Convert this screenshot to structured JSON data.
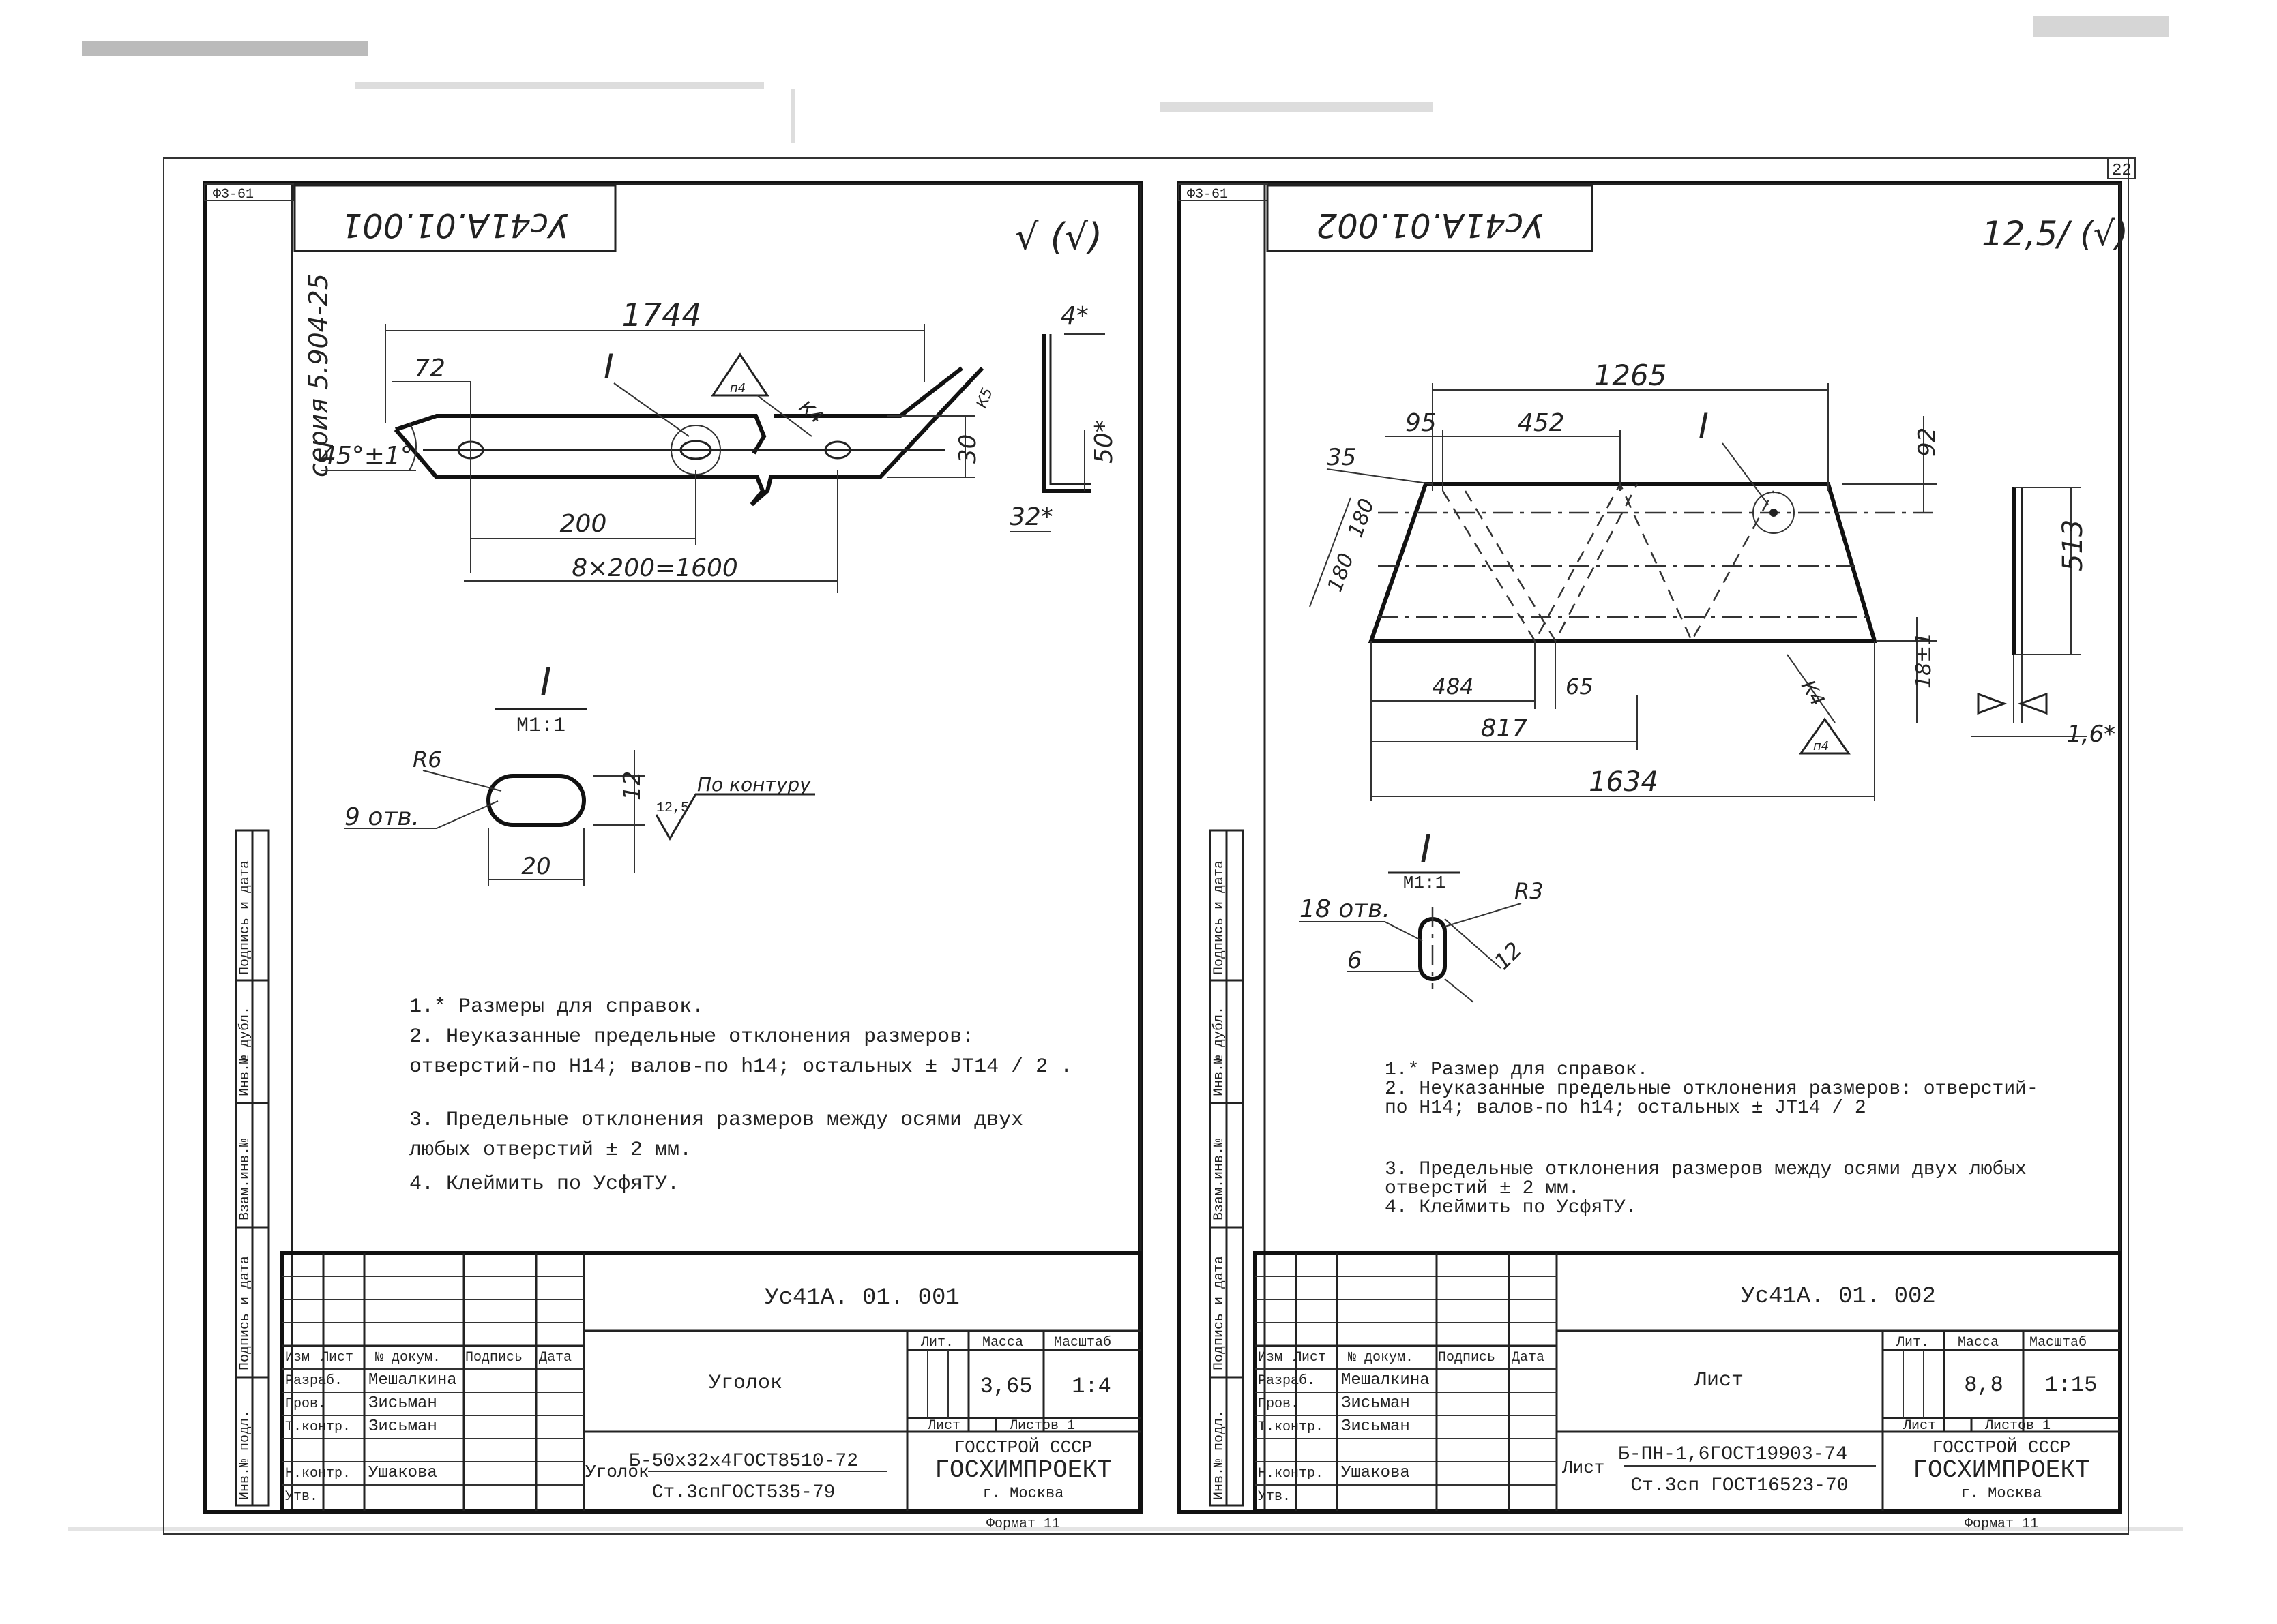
{
  "common": {
    "serie": "серия 5.904-25",
    "format": "Формат 11",
    "org1": "ГОССТРОЙ СССР",
    "org2": "ГОСХИМПРОЕКТ",
    "city": "г. Москва",
    "side_labels": [
      "Подпись и дата",
      "Инв.№ дубл.",
      "Взам.инв.№",
      "Подпись и дата",
      "Инв.№ подл."
    ],
    "hdr": {
      "izm": "Изм",
      "list": "Лист",
      "ndoc": "№ докум.",
      "podp": "Подпись",
      "data": "Дата",
      "lit": "Лит.",
      "massa": "Масса",
      "masshtab": "Масштаб",
      "sheet": "Лист",
      "sheets": "Листов 1"
    },
    "roles": [
      "Разраб.",
      "Пров.",
      "Т.контр.",
      "",
      "Н.контр.",
      "Утв."
    ]
  },
  "left": {
    "corner": "Ф3-61",
    "stamp": "Ус41А.01.001",
    "rough": "√ (√)",
    "code": "Ус41А. 01. 001",
    "name": "Уголок",
    "mass": "3,65",
    "scale": "1:4",
    "material_prefix": "Уголок",
    "material1": "Б-50х32х4ГОСТ8510-72",
    "material2": "Ст.3спГОСТ535-79",
    "people": [
      "Мешалкина",
      "Зисьман",
      "Зисьман",
      "",
      "Ушакова",
      ""
    ],
    "dims": {
      "d1744": "1744",
      "d72": "72",
      "dI": "I",
      "angle": "45°±1°",
      "d200": "200",
      "d1600": "8×200=1600",
      "d30": "30",
      "d4": "4*",
      "d50": "50*",
      "d32": "32*",
      "weld": "п4",
      "k": "К4",
      "kk": "К5"
    },
    "detail": {
      "title": "I",
      "scale": "М1:1",
      "r": "R6",
      "holes": "9 отв.",
      "w": "20",
      "h": "12",
      "rough": "12,5",
      "contour": "По контуру"
    },
    "notes": [
      "1.* Размеры для справок.",
      "2. Неуказанные предельные отклонения размеров:",
      "   отверстий-по H14; валов-по h14; остальных  ± JT14 / 2 .",
      "3. Предельные отклонения размеров между осями двух",
      "   любых отверстий ± 2  мм.",
      "4. Клеймить по УсфяТУ."
    ]
  },
  "right": {
    "corner": "Ф3-61",
    "pagenum": "22",
    "stamp": "Ус41А.01.002",
    "rough": "12,5/ (√)",
    "code": "Ус41А. 01. 002",
    "name": "Лист",
    "mass": "8,8",
    "scale": "1:15",
    "material_prefix": "Лист",
    "material1": "Б-ПН-1,6ГОСТ19903-74",
    "material2": "Ст.3сп ГОСТ16523-70",
    "people": [
      "Мешалкина",
      "Зисьман",
      "Зисьман",
      "",
      "Ушакова",
      ""
    ],
    "dims": {
      "d1265": "1265",
      "d95": "95",
      "d452": "452",
      "dI": "I",
      "d35": "35",
      "d92": "92",
      "d180a": "180",
      "d180b": "180",
      "d513": "513",
      "d484": "484",
      "d65": "65",
      "d817": "817",
      "d18": "18±1",
      "d1634": "1634",
      "d16": "1,6*",
      "weld": "п4",
      "k": "К4"
    },
    "detail": {
      "title": "I",
      "scale": "М1:1",
      "r": "R3",
      "holes": "18 отв.",
      "w": "6",
      "h": "12"
    },
    "notes": [
      "1.* Размер для справок.",
      "2. Неуказанные предельные отклонения размеров: отверстий-",
      "   по H14; валов-по h14; остальных ± JT14 / 2",
      "3. Предельные отклонения размеров между осями двух любых",
      "   отверстий ± 2  мм.",
      "4. Клеймить по УсфяТУ."
    ]
  }
}
